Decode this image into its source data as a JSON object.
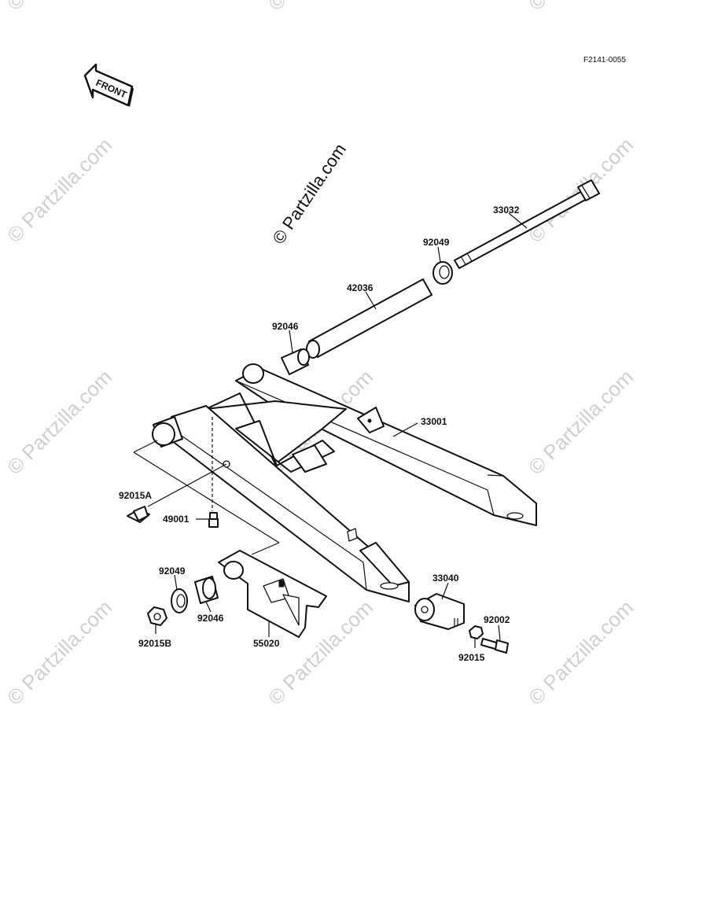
{
  "figure_code": "F2141-0055",
  "front_label": "FRONT",
  "watermark_main": "© Partzilla.com",
  "watermark_repeat": "© Partzilla.com",
  "parts": {
    "p33032": "33032",
    "p92049_top": "92049",
    "p42036": "42036",
    "p92046_top": "92046",
    "p33001": "33001",
    "p92015A": "92015A",
    "p49001": "49001",
    "p92049_bot": "92049",
    "p92046_bot": "92046",
    "p92015B": "92015B",
    "p55020": "55020",
    "p33040": "33040",
    "p92002": "92002",
    "p92015": "92015"
  }
}
